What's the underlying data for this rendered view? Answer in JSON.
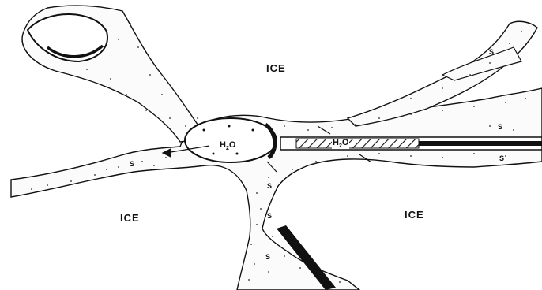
{
  "labels": {
    "ice_top": "ICE",
    "ice_left": "ICE",
    "ice_right": "ICE",
    "s_top_right": "S",
    "s_right_upper": "S",
    "s_right_lower": "S",
    "s_left": "S",
    "s_center_1": "S",
    "s_center_2": "S",
    "s_bottom": "S",
    "h2o_cell_main": "H",
    "h2o_cell_sub": "2",
    "h2o_cell_tail": "O",
    "h2o_tube_main": "H",
    "h2o_tube_sub": "2",
    "h2o_tube_tail": "O"
  },
  "colors": {
    "ink": "#111111",
    "paper": "#ffffff"
  }
}
